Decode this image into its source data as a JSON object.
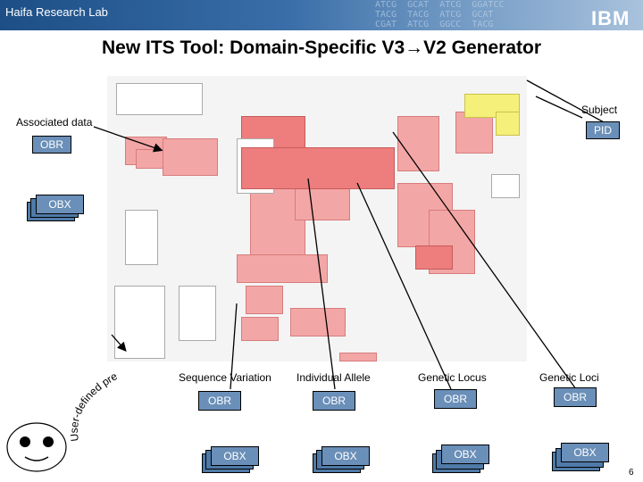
{
  "header": {
    "lab": "Haifa Research Lab",
    "brand": "IBM",
    "deco_text": "ATCG  GCAT  ATCG  GGATCC\nTACG  TACG  ATCG  GCAT\nCGAT  ATCG  GGCC  TACG"
  },
  "title": "New ITS Tool: Domain-Specific V3→V2 Generator",
  "labels": {
    "subject": "Subject",
    "pid": "PID",
    "associated": "Associated data",
    "obr_top": "OBR",
    "obx_top": "OBX",
    "user_defined": "User-defined preferences"
  },
  "columns": [
    {
      "heading": "Sequence Variation",
      "obr": "OBR",
      "obx": "OBX"
    },
    {
      "heading": "Individual Allele",
      "obr": "OBR",
      "obx": "OBX"
    },
    {
      "heading": "Genetic Locus",
      "obr": "OBR",
      "obx": "OBX"
    },
    {
      "heading": "Genetic Loci",
      "obr": "OBR",
      "obx": "OBX"
    }
  ],
  "page_number": "6",
  "colors": {
    "header_blue": "#1d4f86",
    "box_blue": "#6a8fb8",
    "diagram_pink": "#f3a6a6",
    "diagram_yellow": "#f4f07a"
  }
}
